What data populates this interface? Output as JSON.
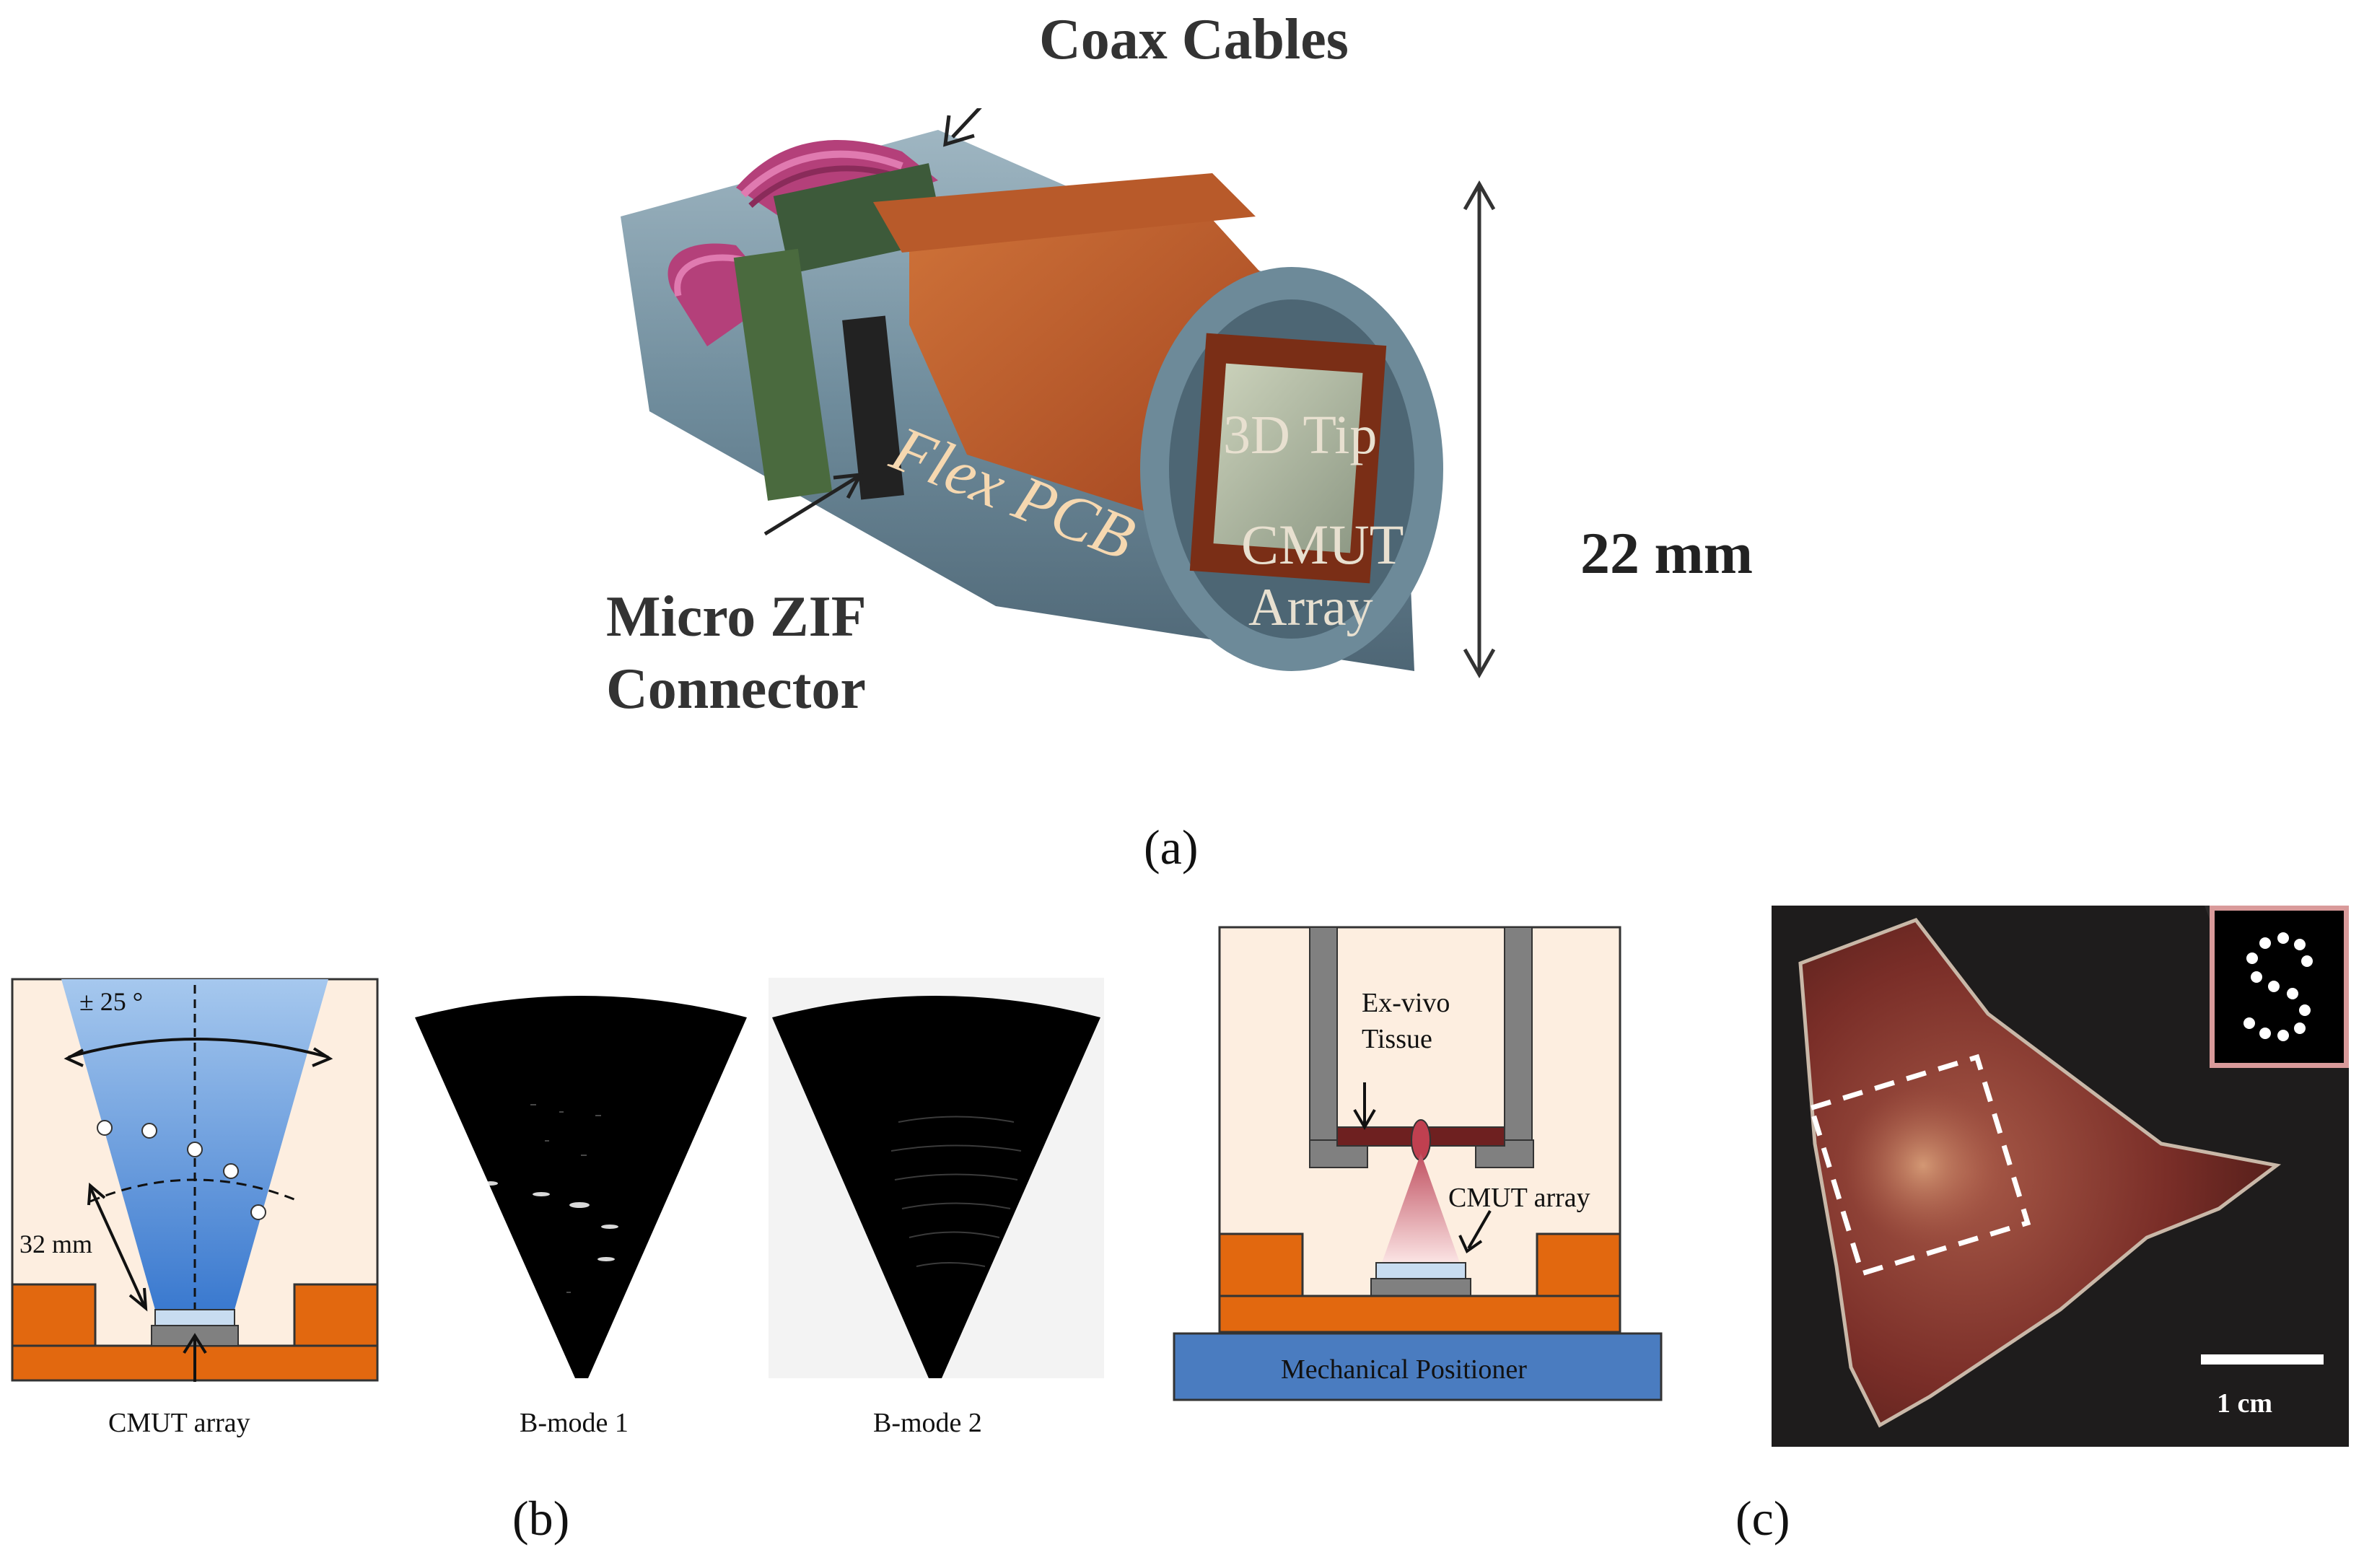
{
  "panel_a": {
    "caption": "(a)",
    "labels": {
      "coax": "Coax Cables",
      "flex": "Flex PCB",
      "tip": "3D Tip",
      "cmut_line1": "CMUT",
      "cmut_line2": "Array",
      "zif_line1": "Micro ZIF",
      "zif_line2": "Connector",
      "dimension": "22 mm"
    }
  },
  "panel_b": {
    "caption": "(b)",
    "schematic": {
      "angle": "± 25 °",
      "depth": "32 mm",
      "array_label": "CMUT array"
    },
    "bmode1": "B-mode 1",
    "bmode2": "B-mode 2",
    "setup": {
      "tissue_line1": "Ex-vivo",
      "tissue_line2": "Tissue",
      "array_label": "CMUT array",
      "positioner": "Mechanical Positioner"
    }
  },
  "panel_c": {
    "caption": "(c)",
    "scalebar": "1 cm",
    "inset_letter": "S"
  },
  "colors": {
    "peach": "#fdeee0",
    "orange": "#e2680f",
    "blue_top": "#a6c8ee",
    "blue_bottom": "#3a79cf",
    "positioner": "#4a7cc0",
    "gray": "#808080",
    "tissue_dark": "#6e2020"
  }
}
